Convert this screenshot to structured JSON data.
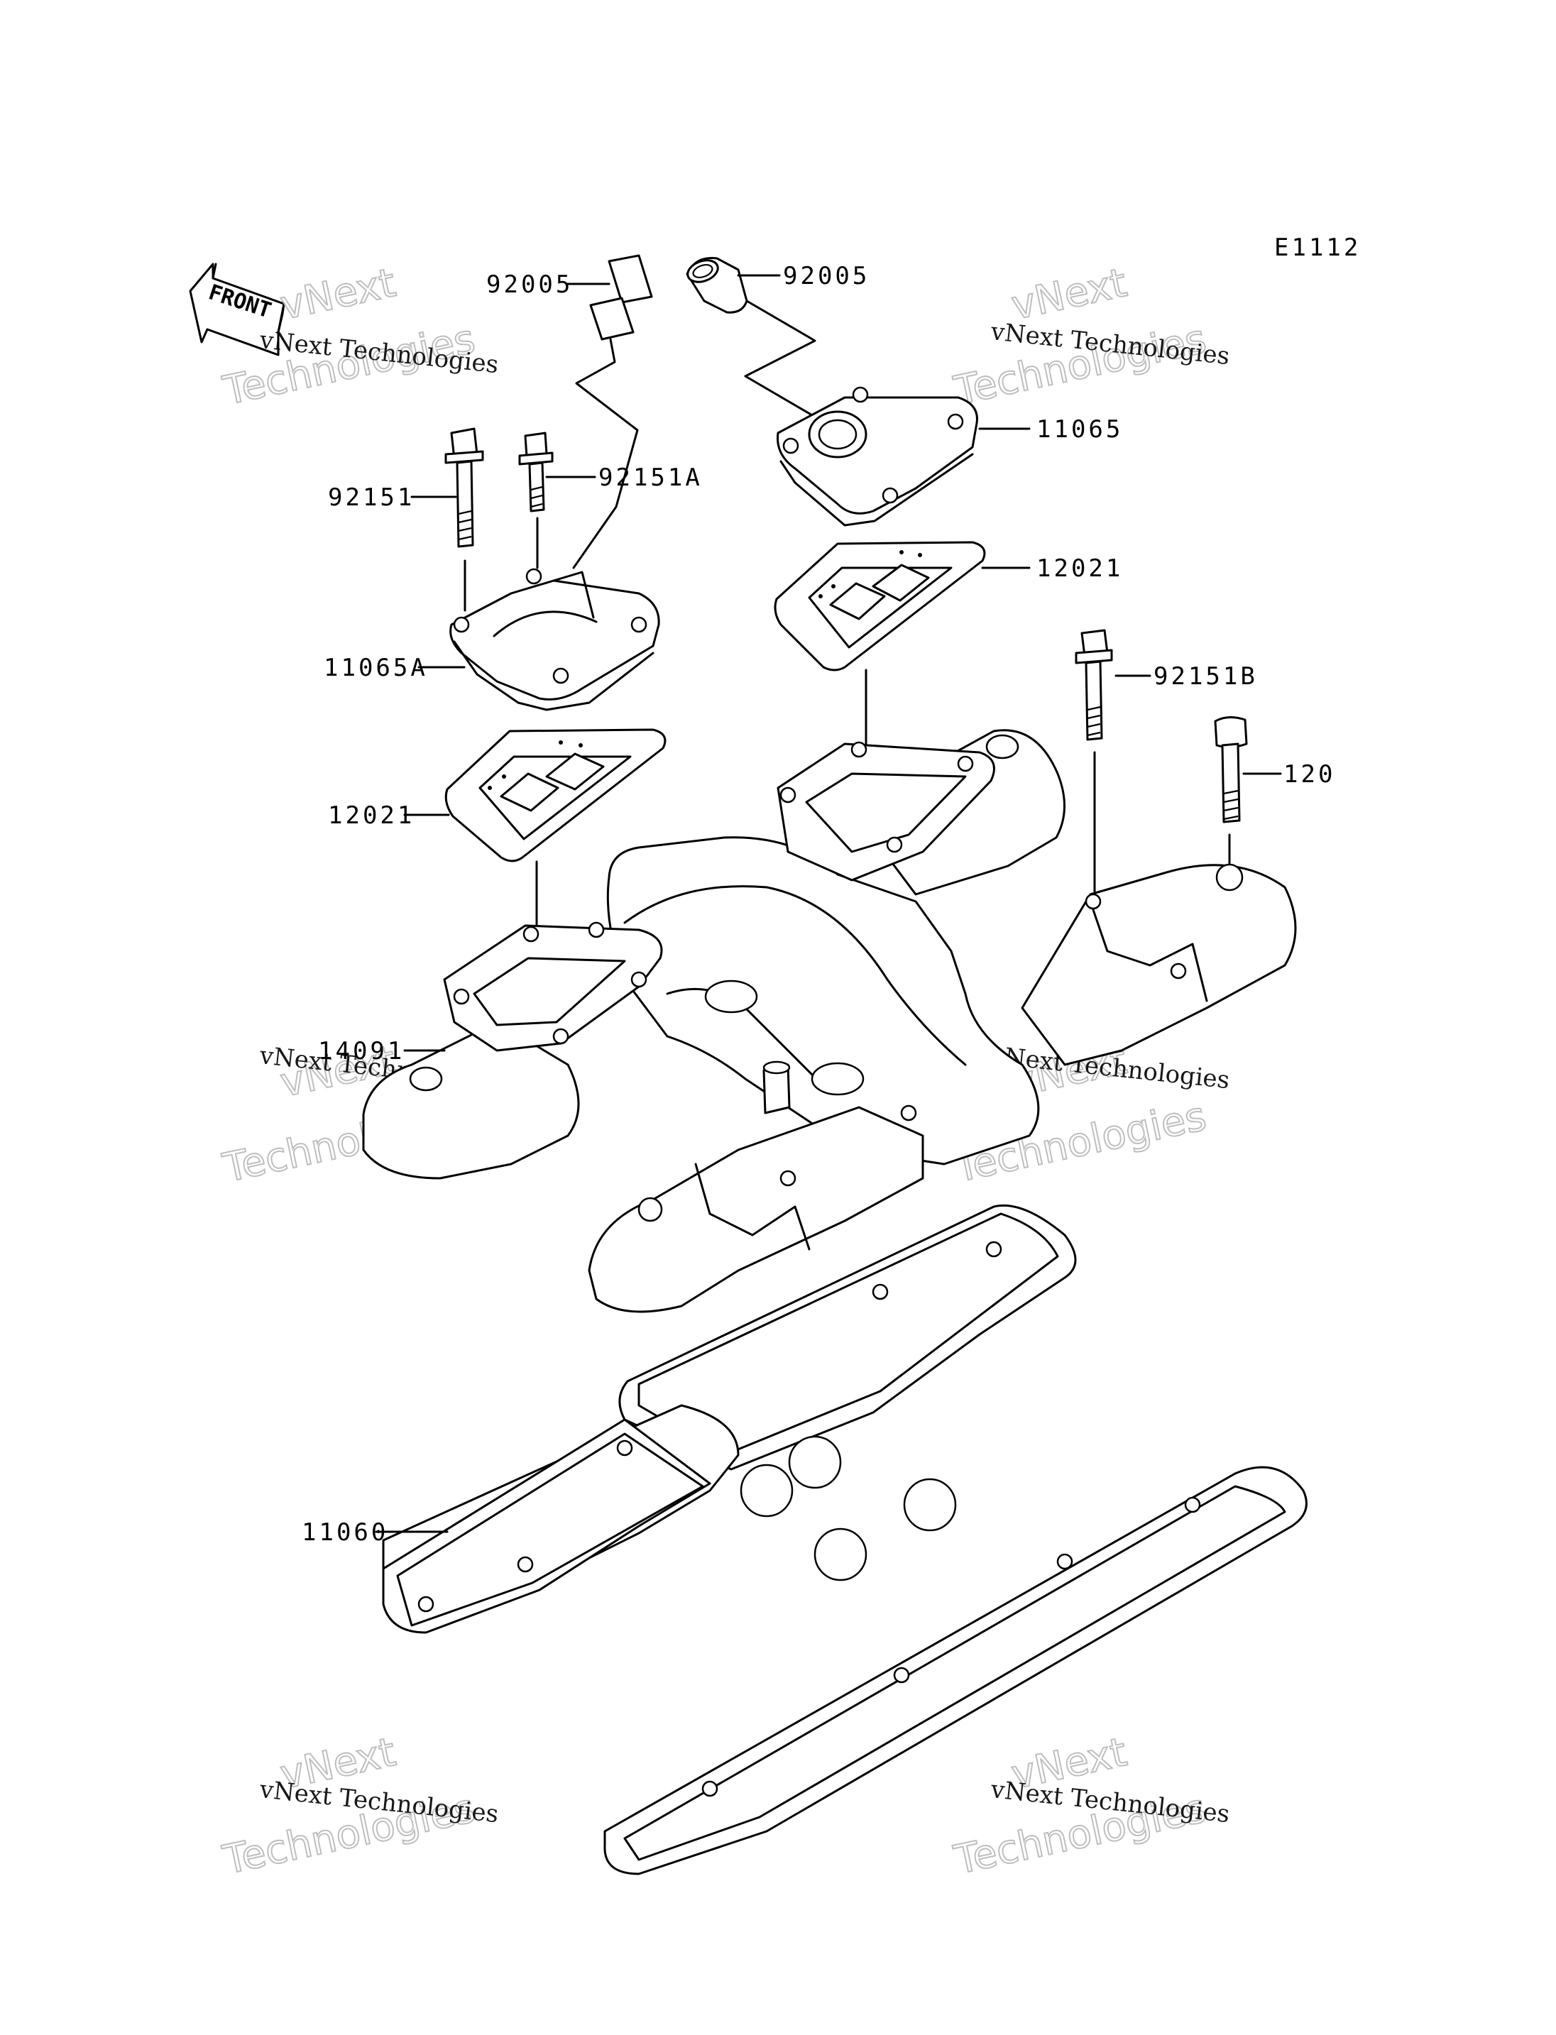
{
  "diagram": {
    "code": "E1112",
    "front_label": "FRONT",
    "colors": {
      "ink": "#000000",
      "background": "#ffffff",
      "watermark": "#b8b8b8"
    },
    "watermark": {
      "line1": "vNext Technologies",
      "line2a": "vNext",
      "line2b": "Technologies"
    },
    "parts": [
      {
        "id": "92005-left",
        "number": "92005"
      },
      {
        "id": "92005-right",
        "number": "92005"
      },
      {
        "id": "11065",
        "number": "11065"
      },
      {
        "id": "92151",
        "number": "92151"
      },
      {
        "id": "92151A",
        "number": "92151A"
      },
      {
        "id": "12021-right",
        "number": "12021"
      },
      {
        "id": "11065A",
        "number": "11065A"
      },
      {
        "id": "92151B",
        "number": "92151B"
      },
      {
        "id": "120",
        "number": "120"
      },
      {
        "id": "12021-left",
        "number": "12021"
      },
      {
        "id": "14091",
        "number": "14091"
      },
      {
        "id": "11060",
        "number": "11060"
      }
    ]
  }
}
